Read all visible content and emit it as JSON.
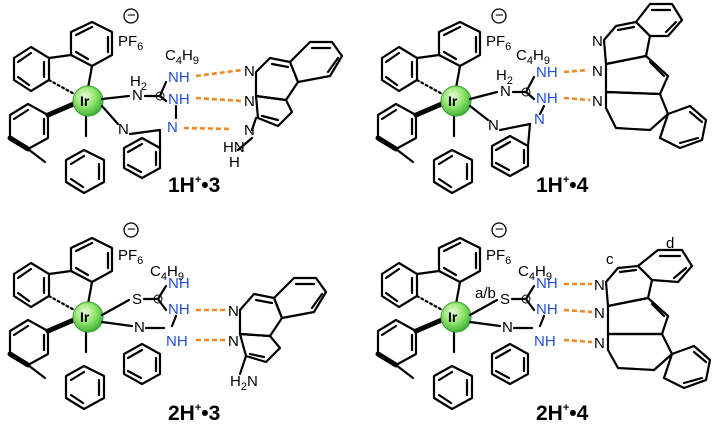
{
  "labels": {
    "panel1": {
      "main": "1H",
      "sup": "+",
      "tail": "•3"
    },
    "panel2": {
      "main": "1H",
      "sup": "+",
      "tail": "•4"
    },
    "panel3": {
      "main": "2H",
      "sup": "+",
      "tail": "•3"
    },
    "panel4": {
      "main": "2H",
      "sup": "+",
      "tail": "•4"
    }
  },
  "atoms": {
    "metal": "Ir",
    "counterion": "PF",
    "counterion_sub": "6",
    "alkyl": "C",
    "alkyl_sub1": "4",
    "alkyl_h": "H",
    "alkyl_sub2": "9",
    "n": "N",
    "nh": "NH",
    "h2": "H",
    "h2_sub": "2",
    "s": "S",
    "h": "H",
    "hn": "HN",
    "h2n": "H",
    "h2n_sub": "2",
    "h2n_n": "N",
    "plus": "+",
    "minus": "−"
  },
  "annotations": {
    "ab": "a/b",
    "c": "c",
    "d": "d"
  },
  "colors": {
    "ir_center": "#7CE05A",
    "hbond": "#f08a24",
    "blue_n": "#1f4fd6"
  }
}
